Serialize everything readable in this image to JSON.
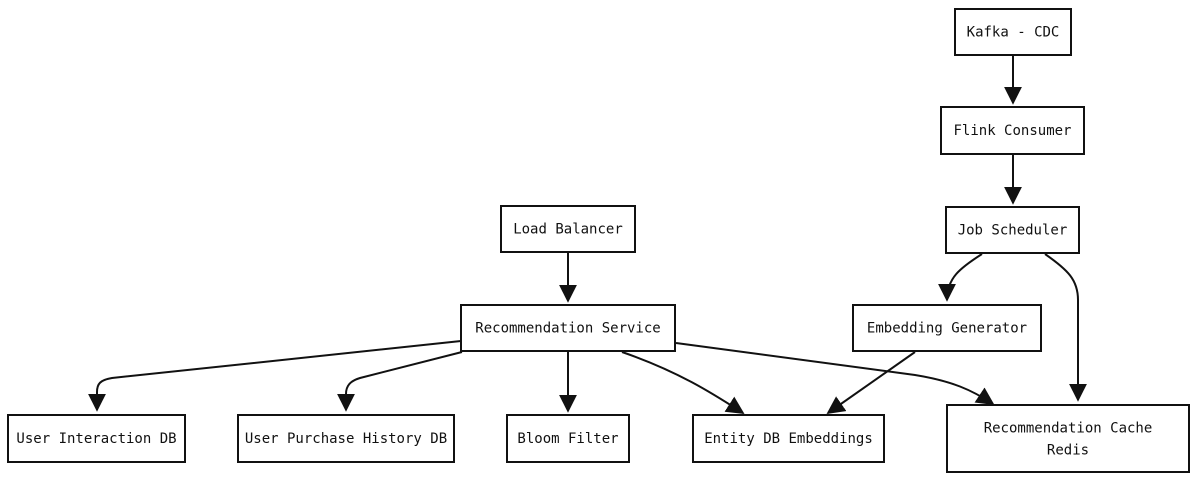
{
  "diagram": {
    "nodes": {
      "kafka": {
        "label": "Kafka - CDC"
      },
      "flink": {
        "label": "Flink Consumer"
      },
      "scheduler": {
        "label": "Job Scheduler"
      },
      "load_balancer": {
        "label": "Load Balancer"
      },
      "rec_service": {
        "label": "Recommendation Service"
      },
      "embedding_gen": {
        "label": "Embedding Generator"
      },
      "user_interaction_db": {
        "label": "User Interaction DB"
      },
      "purchase_history_db": {
        "label": "User Purchase History DB"
      },
      "bloom_filter": {
        "label": "Bloom Filter"
      },
      "entity_embeddings": {
        "label": "Entity DB Embeddings"
      },
      "rec_cache": {
        "label_line1": "Recommendation Cache",
        "label_line2": "Redis"
      }
    },
    "edges": [
      {
        "from": "kafka",
        "to": "flink"
      },
      {
        "from": "flink",
        "to": "scheduler"
      },
      {
        "from": "scheduler",
        "to": "embedding_gen"
      },
      {
        "from": "scheduler",
        "to": "rec_cache"
      },
      {
        "from": "load_balancer",
        "to": "rec_service"
      },
      {
        "from": "rec_service",
        "to": "user_interaction_db"
      },
      {
        "from": "rec_service",
        "to": "purchase_history_db"
      },
      {
        "from": "rec_service",
        "to": "bloom_filter"
      },
      {
        "from": "rec_service",
        "to": "entity_embeddings"
      },
      {
        "from": "rec_service",
        "to": "rec_cache"
      },
      {
        "from": "embedding_gen",
        "to": "entity_embeddings"
      }
    ]
  }
}
